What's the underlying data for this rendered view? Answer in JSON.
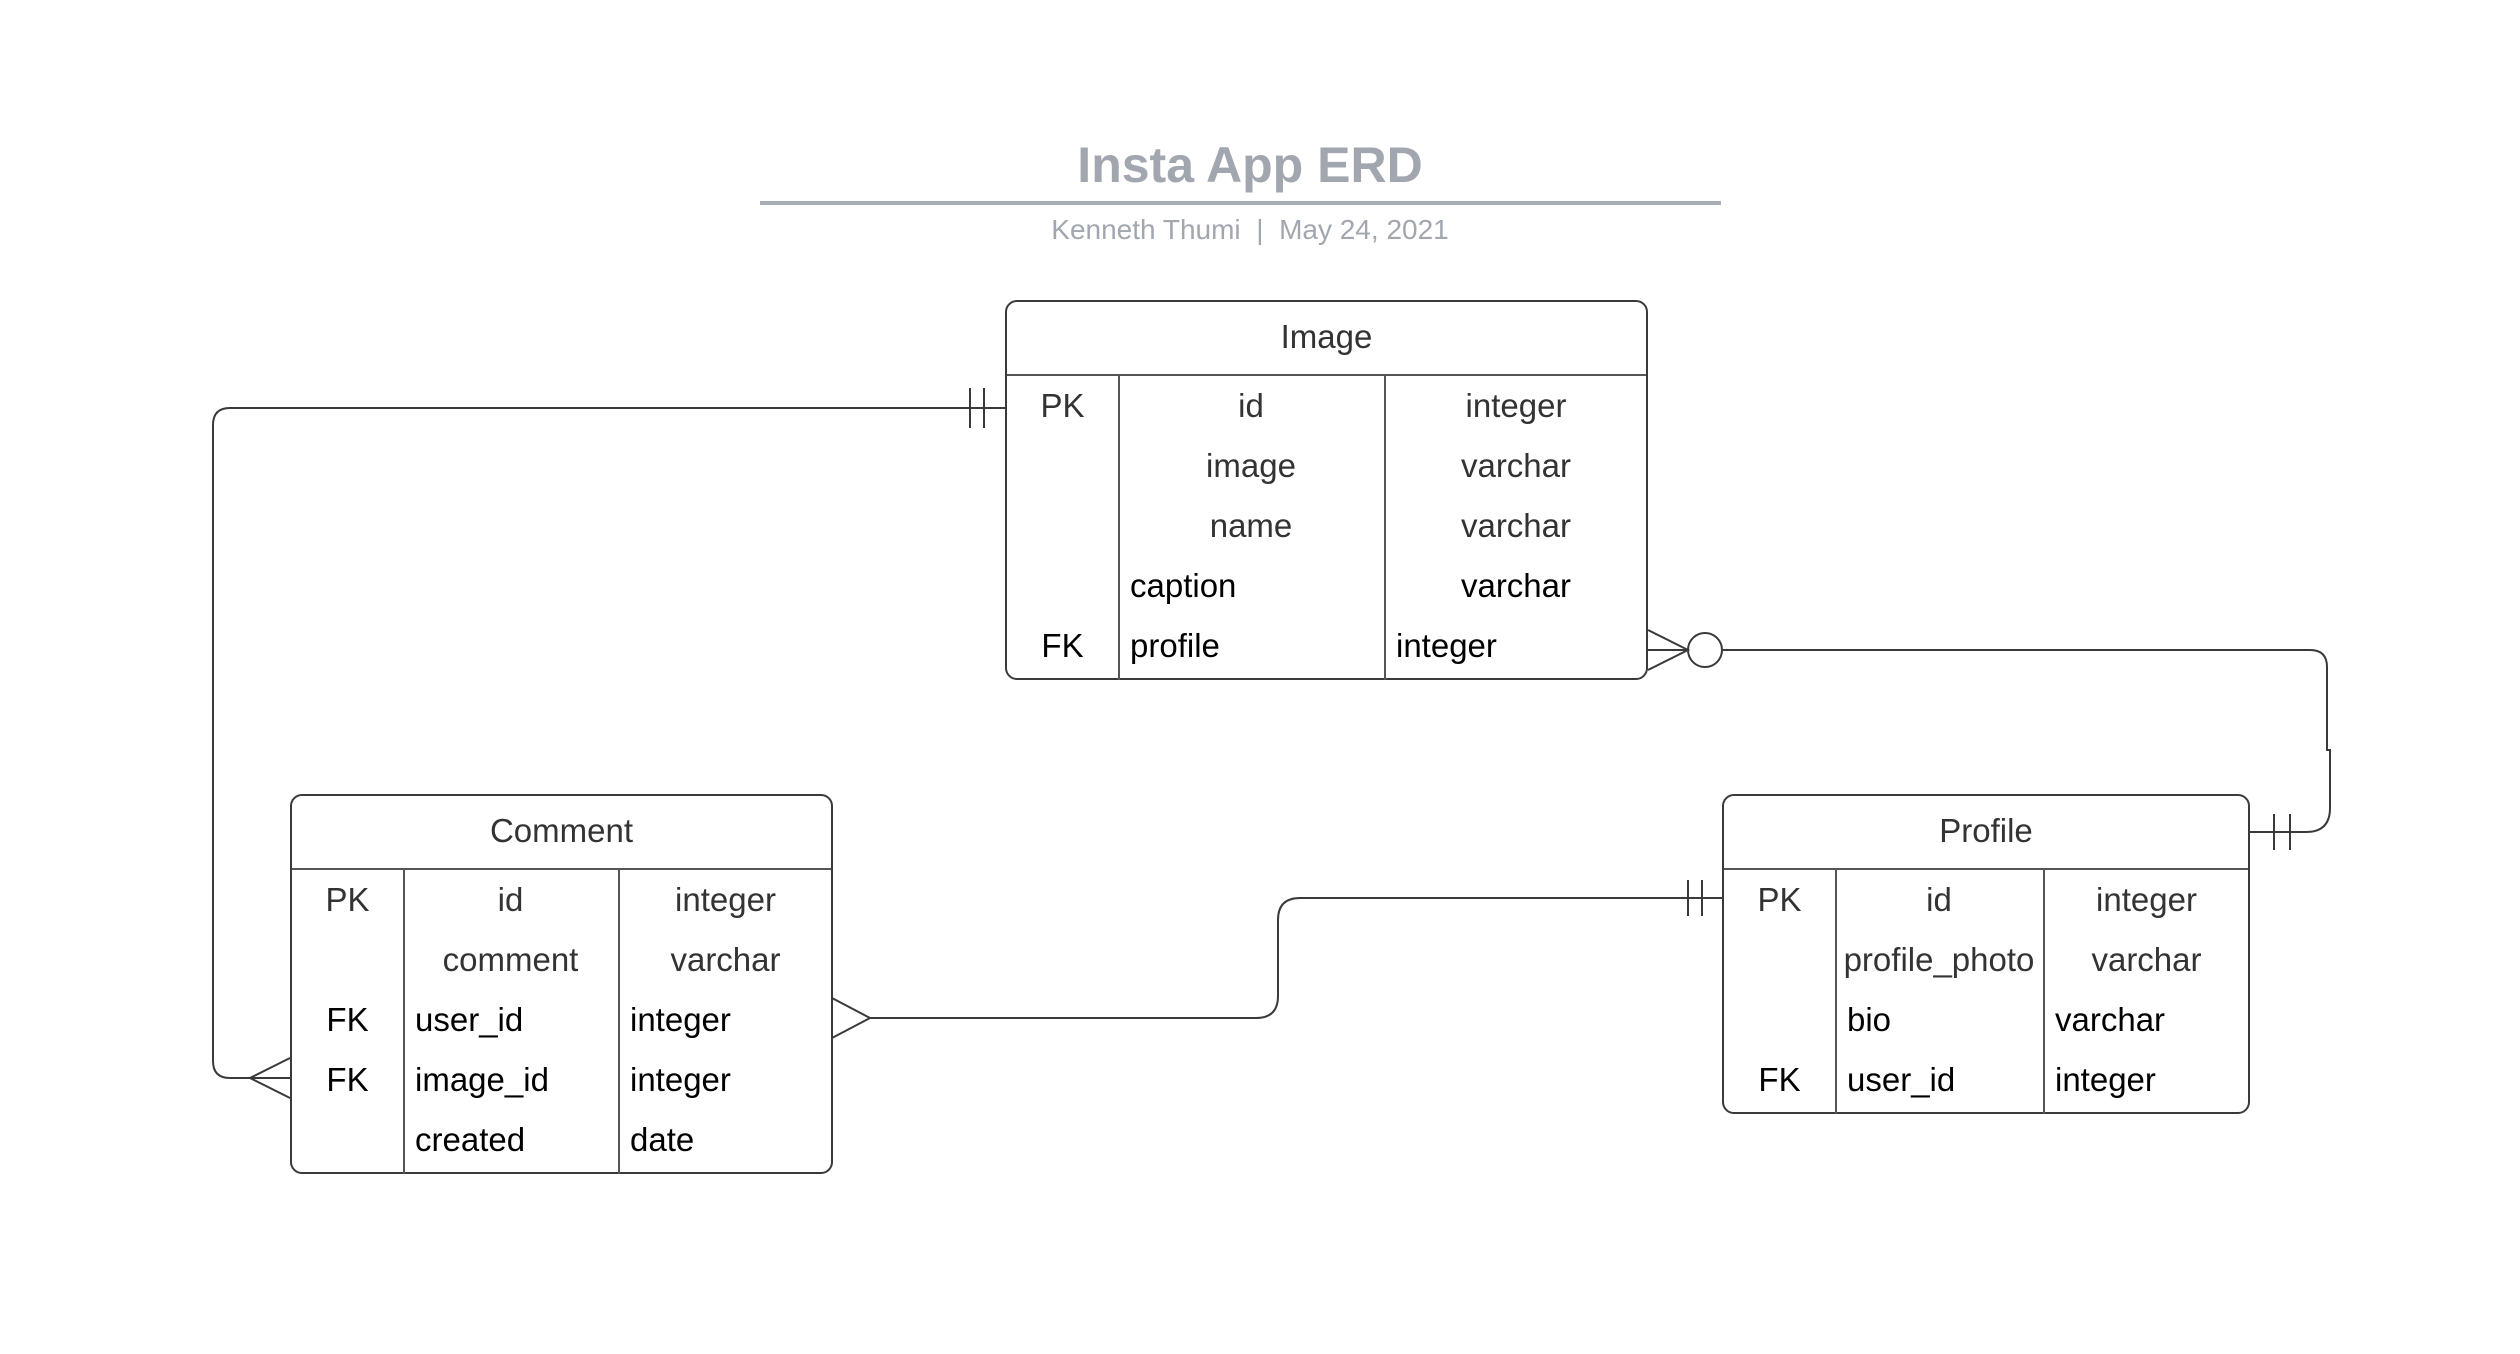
{
  "diagram": {
    "title": "Insta App ERD",
    "author": "Kenneth Thumi",
    "separator": "|",
    "date": "May 24, 2021"
  },
  "entities": {
    "image": {
      "name": "Image",
      "rows": [
        {
          "key": "PK",
          "field": "id",
          "type": "integer"
        },
        {
          "key": "",
          "field": "image",
          "type": "varchar"
        },
        {
          "key": "",
          "field": "name",
          "type": "varchar"
        },
        {
          "key": "",
          "field": "caption",
          "type": "varchar"
        },
        {
          "key": "FK",
          "field": "profile",
          "type": "integer"
        }
      ]
    },
    "comment": {
      "name": "Comment",
      "rows": [
        {
          "key": "PK",
          "field": "id",
          "type": "integer"
        },
        {
          "key": "",
          "field": "comment",
          "type": "varchar"
        },
        {
          "key": "FK",
          "field": "user_id",
          "type": "integer"
        },
        {
          "key": "FK",
          "field": "image_id",
          "type": "integer"
        },
        {
          "key": "",
          "field": "created",
          "type": "date"
        }
      ]
    },
    "profile": {
      "name": "Profile",
      "rows": [
        {
          "key": "PK",
          "field": "id",
          "type": "integer"
        },
        {
          "key": "",
          "field": "profile_photo",
          "type": "varchar"
        },
        {
          "key": "",
          "field": "bio",
          "type": "varchar"
        },
        {
          "key": "FK",
          "field": "user_id",
          "type": "integer"
        }
      ]
    }
  },
  "relationships": [
    {
      "from": "Image.id",
      "to": "Comment.image_id",
      "from_cardinality": "one-and-only-one",
      "to_cardinality": "many"
    },
    {
      "from": "Profile.id",
      "to": "Image.profile",
      "from_cardinality": "one-and-only-one",
      "to_cardinality": "zero-or-many"
    },
    {
      "from": "Profile.id",
      "to": "Comment.user_id",
      "from_cardinality": "one-and-only-one",
      "to_cardinality": "many"
    }
  ],
  "colors": {
    "title": "#a2a7af",
    "line": "#3a3a3a",
    "text": "#333333"
  }
}
